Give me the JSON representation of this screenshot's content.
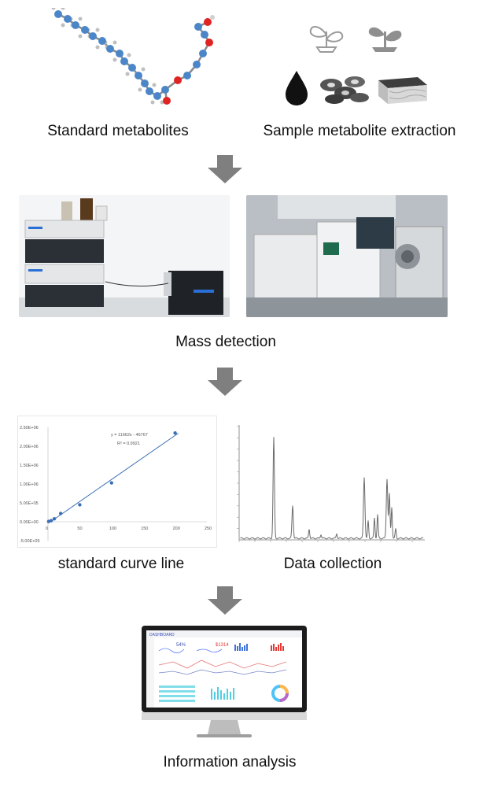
{
  "steps": {
    "standard_metabolites": "Standard metabolites",
    "sample_extraction": "Sample metabolite extraction",
    "mass_detection": "Mass detection",
    "standard_curve": "standard curve line",
    "data_collection": "Data collection",
    "information_analysis": "Information analysis"
  },
  "colors": {
    "arrow": "#7f7f7f",
    "molecule_carbon": "#4a86c8",
    "molecule_oxygen": "#e02424",
    "plant_icon": "#9a9a9a",
    "curve_line": "#3a6fb5",
    "chromatogram": "#6a6a6a"
  },
  "standard_curve_chart": {
    "equation": "y = 11662x - 46767",
    "r_squared": "R² = 0.9921",
    "y_ticks": [
      "2.50E+06",
      "2.00E+06",
      "1.50E+06",
      "1.00E+06",
      "5.00E+05",
      "0.00E+00",
      "-5.00E+05"
    ],
    "x_ticks": [
      "0",
      "50",
      "100",
      "150",
      "200",
      "250"
    ]
  },
  "chart_data": {
    "type": "scatter",
    "title": "",
    "xlabel": "",
    "ylabel": "",
    "xlim": [
      0,
      250
    ],
    "ylim": [
      -500000,
      2500000
    ],
    "series": [
      {
        "x": [
          1,
          5,
          10,
          20,
          50,
          100,
          200
        ],
        "y": [
          10000,
          30000,
          80000,
          220000,
          450000,
          1030000,
          2350000
        ]
      }
    ],
    "trendline": {
      "slope": 11662,
      "intercept": -46767
    },
    "legend": "none"
  },
  "monitor": {
    "header_left": "DASHBOARD",
    "kpi_1": "54%",
    "kpi_2": "$1314"
  }
}
